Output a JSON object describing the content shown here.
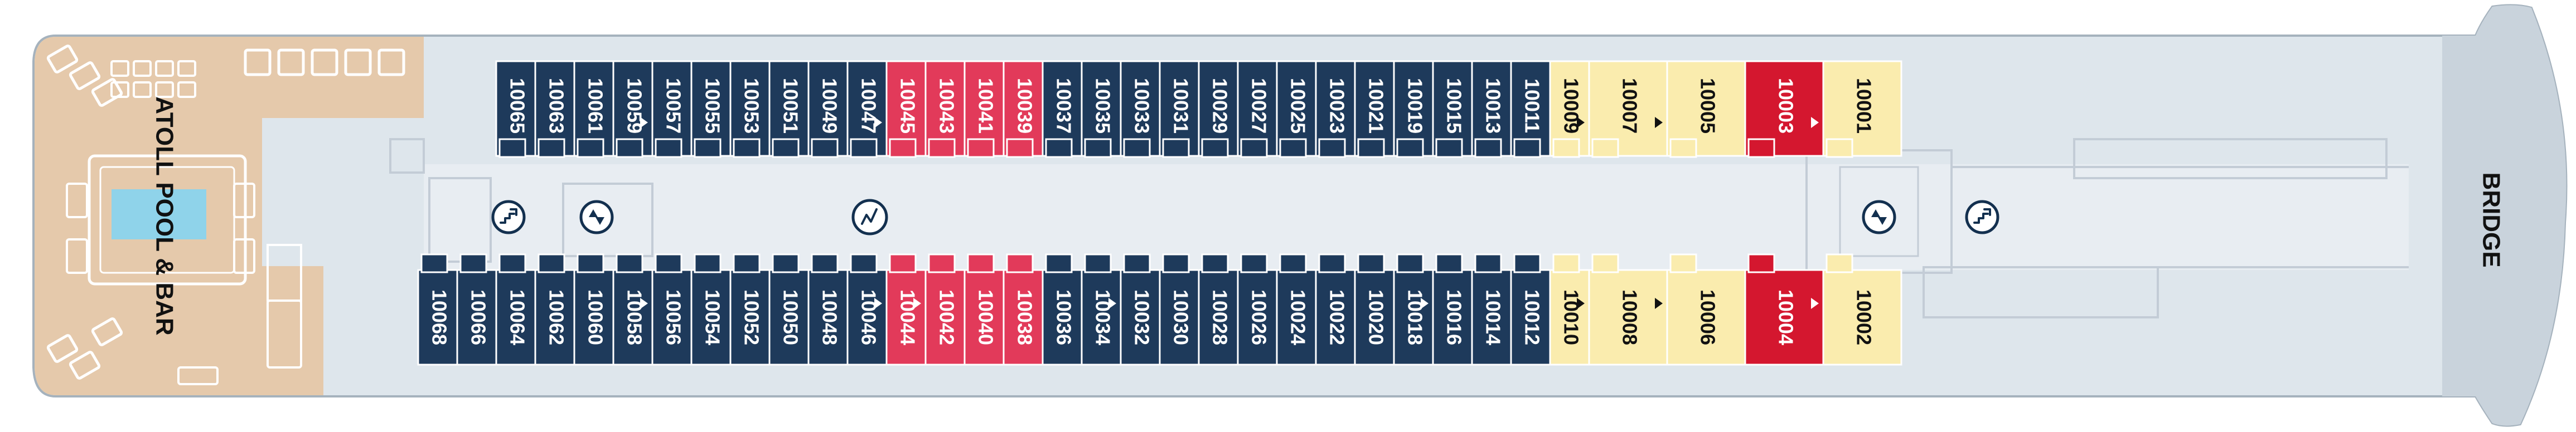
{
  "deck": {
    "pool_label": "ATOLL POOL & BAR",
    "bridge_label": "BRIDGE",
    "colors": {
      "hull": "#dee6ec",
      "hull_outline": "#a5b2bd",
      "corridor": "#e8edf2",
      "pool_deck": "#e5c9ab",
      "pool_water": "#8fd3ea",
      "standard": "#1e3a5b",
      "concierge": "#e23a5a",
      "suite_red": "#d4172f",
      "suite_yellow": "#faecae"
    },
    "icons": {
      "stairs": "stairs-icon",
      "elevator": "elevator-icon",
      "launderette": "launderette-icon"
    },
    "top_row": [
      "10065",
      "10063",
      "10061",
      "10059",
      "10057",
      "10055",
      "10053",
      "10051",
      "10049",
      "10047",
      "10045",
      "10043",
      "10041",
      "10039",
      "10037",
      "10035",
      "10033",
      "10031",
      "10029",
      "10027",
      "10025",
      "10023",
      "10021",
      "10019",
      "10015",
      "10013",
      "10011",
      "10009",
      "10007",
      "10005",
      "10003",
      "10001"
    ],
    "bottom_row": [
      "10068",
      "10066",
      "10064",
      "10062",
      "10060",
      "10058",
      "10056",
      "10054",
      "10052",
      "10050",
      "10048",
      "10046",
      "10044",
      "10042",
      "10040",
      "10038",
      "10036",
      "10034",
      "10032",
      "10030",
      "10028",
      "10026",
      "10024",
      "10022",
      "10020",
      "10018",
      "10016",
      "10014",
      "10012",
      "10010",
      "10008",
      "10006",
      "10004",
      "10002"
    ],
    "accessible_cabins": [
      "10059",
      "10047",
      "10009",
      "10007",
      "10003",
      "10058",
      "10046",
      "10044",
      "10034",
      "10018",
      "10010",
      "10008",
      "10004"
    ]
  }
}
